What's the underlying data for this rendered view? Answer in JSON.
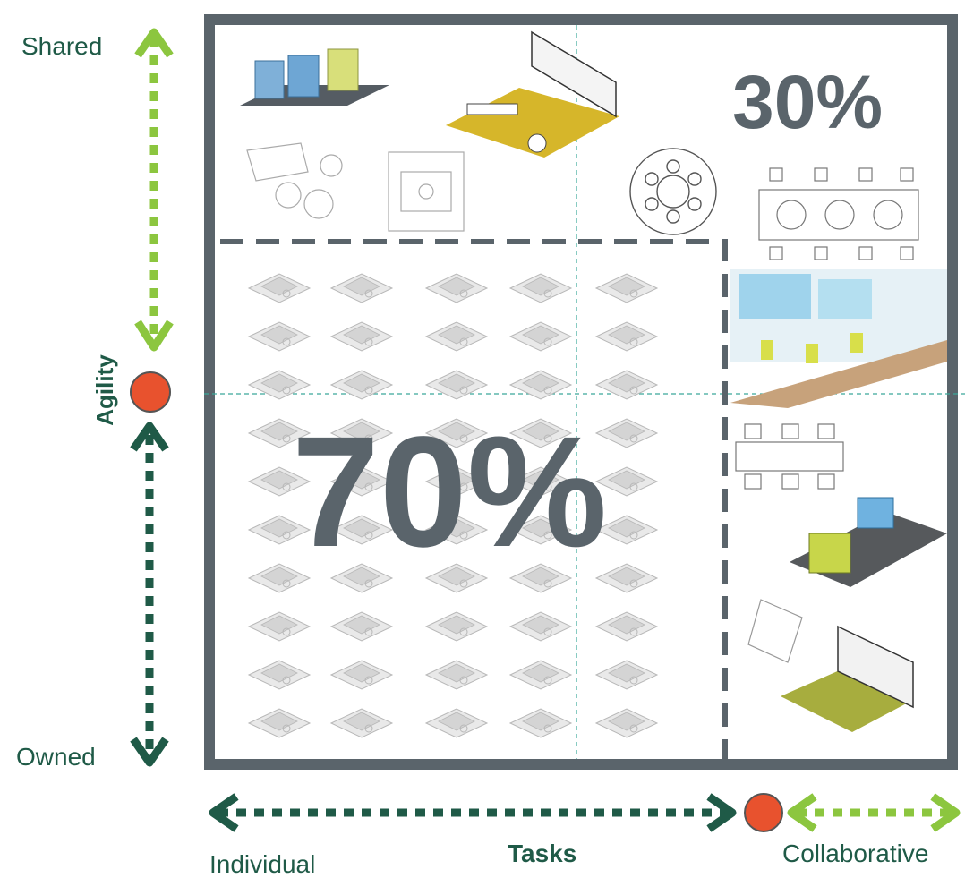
{
  "axes": {
    "vertical": {
      "title": "Agility",
      "top_label": "Shared",
      "bottom_label": "Owned"
    },
    "horizontal": {
      "title": "Tasks",
      "left_label": "Individual",
      "right_label": "Collaborative"
    }
  },
  "regions": {
    "owned_individual": {
      "percent": "70%"
    },
    "shared_collaborative": {
      "percent": "30%"
    }
  },
  "colors": {
    "frame": "#5a646b",
    "dark_green": "#1f5a47",
    "light_green": "#8cc63f",
    "marker": "#e8522e",
    "guide": "#3aa89a",
    "workstation": "#b8b8b8"
  },
  "icons": {
    "individual_zone": "workstation-cluster-icon",
    "shared_zone": "meeting-space-icon"
  }
}
